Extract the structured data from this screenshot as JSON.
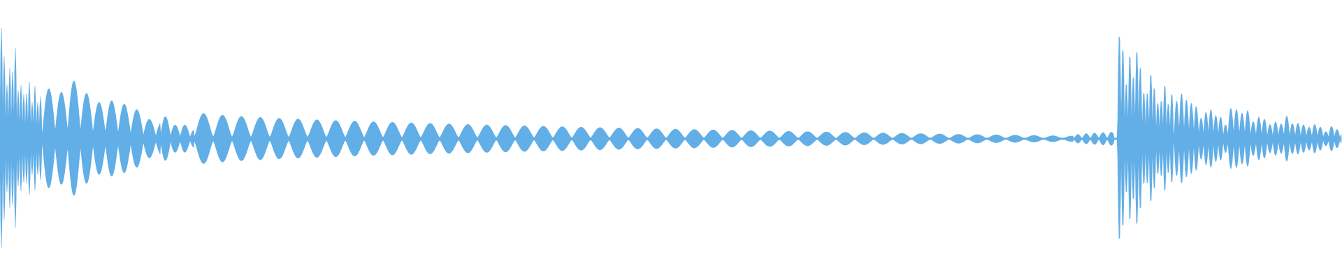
{
  "waveform": {
    "color": "#62aee6",
    "background": "#ffffff",
    "segments": [
      {
        "kind": "burst",
        "start": 0.0,
        "end": 0.032,
        "peak": 1.0,
        "wobble": 0.55,
        "period": 0.0022
      },
      {
        "kind": "burst",
        "start": 0.032,
        "end": 0.12,
        "peak": 0.55,
        "wobble": 0.35,
        "period": 0.0095
      },
      {
        "kind": "burst",
        "start": 0.12,
        "end": 0.145,
        "peak": 0.22,
        "wobble": 0.4,
        "period": 0.0075
      },
      {
        "kind": "bubbles",
        "start": 0.145,
        "end": 0.8,
        "startPeak": 0.2,
        "endPeak": 0.02,
        "period": 0.014
      },
      {
        "kind": "bubbles",
        "start": 0.8,
        "end": 0.83,
        "startPeak": 0.025,
        "endPeak": 0.05,
        "period": 0.006
      },
      {
        "kind": "burst",
        "start": 0.833,
        "end": 0.875,
        "peak": 1.0,
        "wobble": 0.55,
        "period": 0.0024
      },
      {
        "kind": "burst",
        "start": 0.875,
        "end": 0.915,
        "peak": 0.42,
        "wobble": 0.45,
        "period": 0.0035
      },
      {
        "kind": "burst",
        "start": 0.915,
        "end": 1.0,
        "peak": 0.27,
        "wobble": 0.55,
        "period": 0.004
      }
    ]
  }
}
